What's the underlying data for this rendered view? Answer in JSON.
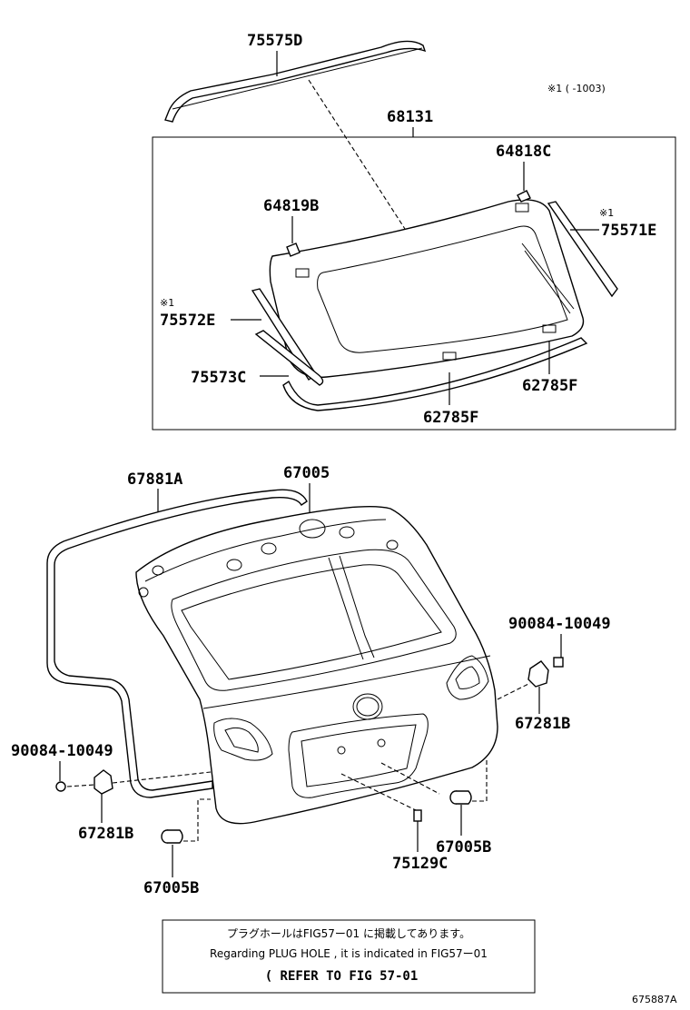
{
  "diagram": {
    "note_top_right": "※1 (       -1003)",
    "labels": {
      "p75575D": "75575D",
      "p68131": "68131",
      "p64818C": "64818C",
      "p64819B": "64819B",
      "p75571E_mark": "※1",
      "p75571E": "75571E",
      "p75572E_mark": "※1",
      "p75572E": "75572E",
      "p75573C": "75573C",
      "p62785F_a": "62785F",
      "p62785F_b": "62785F",
      "p67881A": "67881A",
      "p67005": "67005",
      "p90084_right": "90084-10049",
      "p67281B_right": "67281B",
      "p90084_left": "90084-10049",
      "p67281B_left": "67281B",
      "p67005B_left": "67005B",
      "p75129C": "75129C",
      "p67005B_right": "67005B"
    },
    "footer_box": {
      "line_jp": "プラグホールはFIG57ー01 に掲載してあります。",
      "line_en": "Regarding PLUG HOLE , it is indicated in FIG57ー01",
      "line_ref": "( REFER TO FIG 57-01"
    },
    "figure_id": "675887A"
  }
}
